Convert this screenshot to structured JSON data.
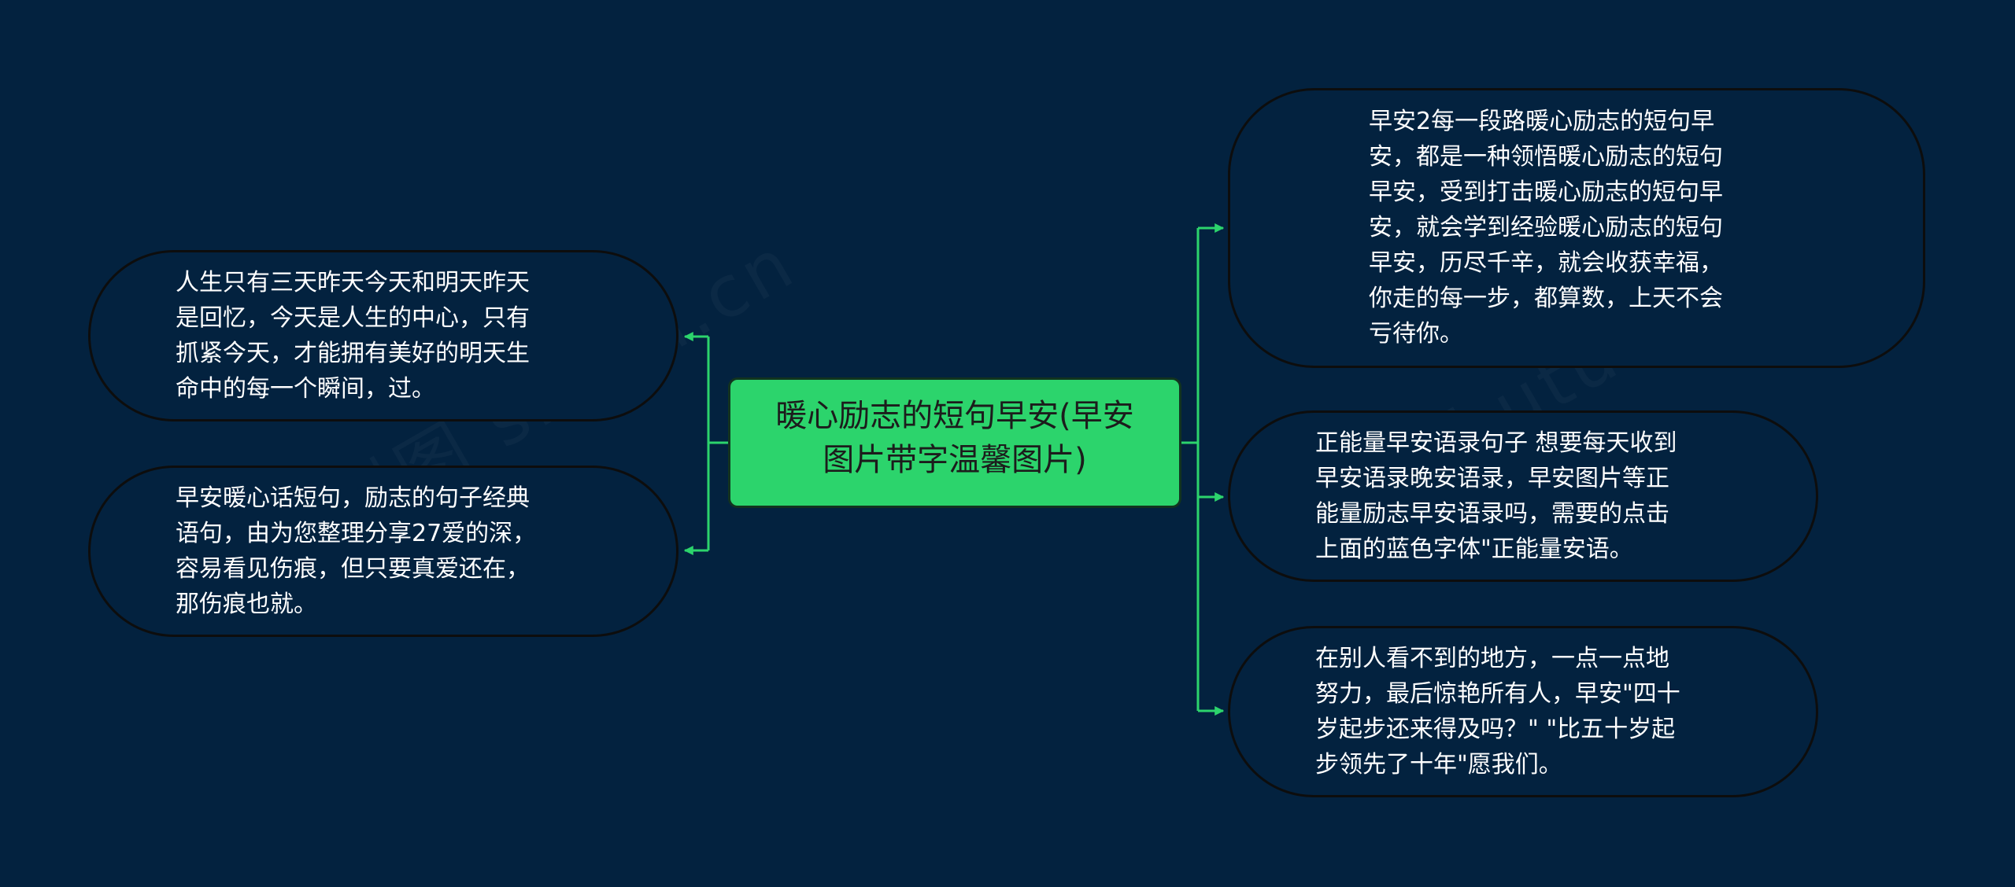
{
  "root": {
    "label": "暖心励志的短句早安(早安\n图片带字温馨图片)"
  },
  "left_nodes": [
    {
      "text": "人生只有三天昨天今天和明天昨天\n是回忆，今天是人生的中心，只有\n抓紧今天，才能拥有美好的明天生\n命中的每一个瞬间，过。"
    },
    {
      "text": "早安暖心话短句，励志的句子经典\n语句，由为您整理分享27爱的深，\n容易看见伤痕，但只要真爱还在，\n那伤痕也就。"
    }
  ],
  "right_nodes": [
    {
      "text": "早安2每一段路暖心励志的短句早\n安，都是一种领悟暖心励志的短句\n早安，受到打击暖心励志的短句早\n安，就会学到经验暖心励志的短句\n早安，历尽千辛，就会收获幸福，\n你走的每一步，都算数，上天不会\n亏待你。"
    },
    {
      "text": "正能量早安语录句子 想要每天收到\n早安语录晚安语录，早安图片等正\n能量励志早安语录吗，需要的点击\n上面的蓝色字体\"正能量安语。"
    },
    {
      "text": "在别人看不到的地方，一点一点地\n努力，最后惊艳所有人，早安\"四十\n岁起步还来得及吗？\" \"比五十岁起\n步领先了十年\"愿我们。"
    }
  ],
  "colors": {
    "background": "#03223f",
    "connector": "#2cd46c",
    "root_fill": "#2cd46c",
    "node_border": "#0d0d0d",
    "text": "#ffffff"
  }
}
